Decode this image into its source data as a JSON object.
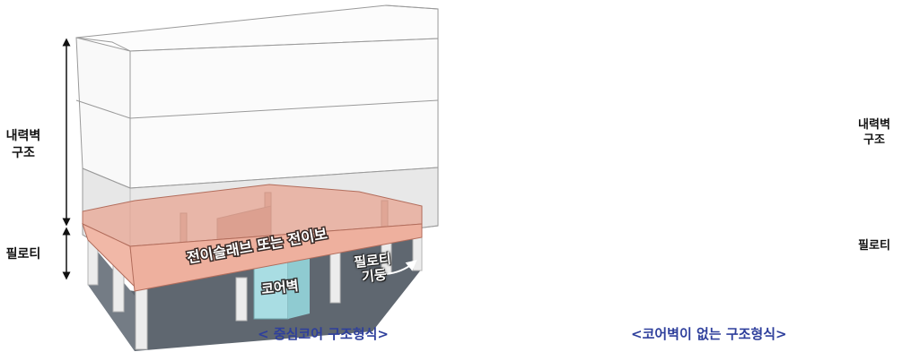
{
  "left_diagram": {
    "upper_label": "내력벽\n구조",
    "lower_label": "필로티",
    "transfer_label": "전이슬래브 또는 전이보",
    "core_label": "코어벽",
    "pilotis_column_label": "필로티\n기둥",
    "caption": "< 중심코어 구조형식>"
  },
  "right_diagram": {
    "upper_label": "내력벽\n구조",
    "lower_label": "필로티",
    "caption": "<코어벽이 없는 구조형식>"
  },
  "colors": {
    "transfer_slab": "#e8a593",
    "core_wall": "#a9dde3",
    "ground_floor": "#5f6770",
    "caption": "#2e3f9c"
  }
}
